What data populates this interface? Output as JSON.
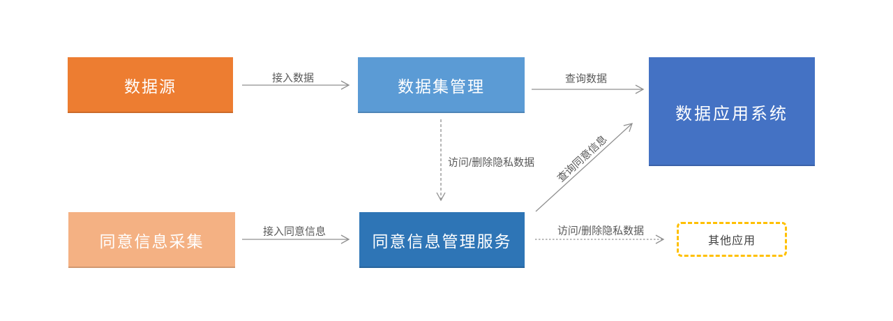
{
  "diagram": {
    "background_color": "#ffffff",
    "line_color": "#8f8f8f",
    "edge_label_color": "#595959",
    "nodes": [
      {
        "id": "data-source",
        "label": "数据源",
        "fill": "#ED7D31",
        "text_color": "#ffffff"
      },
      {
        "id": "dataset-management",
        "label": "数据集管理",
        "fill": "#5B9BD5",
        "text_color": "#ffffff"
      },
      {
        "id": "data-application-system",
        "label": "数据应用系统",
        "fill": "#4472C4",
        "text_color": "#ffffff"
      },
      {
        "id": "consent-info-collection",
        "label": "同意信息采集",
        "fill": "#F4B183",
        "text_color": "#ffffff"
      },
      {
        "id": "consent-management-service",
        "label": "同意信息管理服务",
        "fill": "#2E75B6",
        "text_color": "#ffffff"
      },
      {
        "id": "other-applications",
        "label": "其他应用",
        "fill": "#ffffff",
        "border_color": "#FFC000",
        "border_style": "dashed",
        "text_color": "#3f3f3f"
      }
    ],
    "edges": [
      {
        "from": "data-source",
        "to": "dataset-management",
        "label": "接入数据",
        "style": "solid"
      },
      {
        "from": "dataset-management",
        "to": "data-application-system",
        "label": "查询数据",
        "style": "solid"
      },
      {
        "from": "consent-info-collection",
        "to": "consent-management-service",
        "label": "接入同意信息",
        "style": "solid"
      },
      {
        "from": "dataset-management",
        "to": "consent-management-service",
        "label": "访问/删除隐私数据",
        "style": "dashed"
      },
      {
        "from": "consent-management-service",
        "to": "data-application-system",
        "label": "查询同意信息",
        "style": "solid"
      },
      {
        "from": "consent-management-service",
        "to": "other-applications",
        "label": "访问/删除隐私数据",
        "style": "dashed"
      }
    ]
  }
}
